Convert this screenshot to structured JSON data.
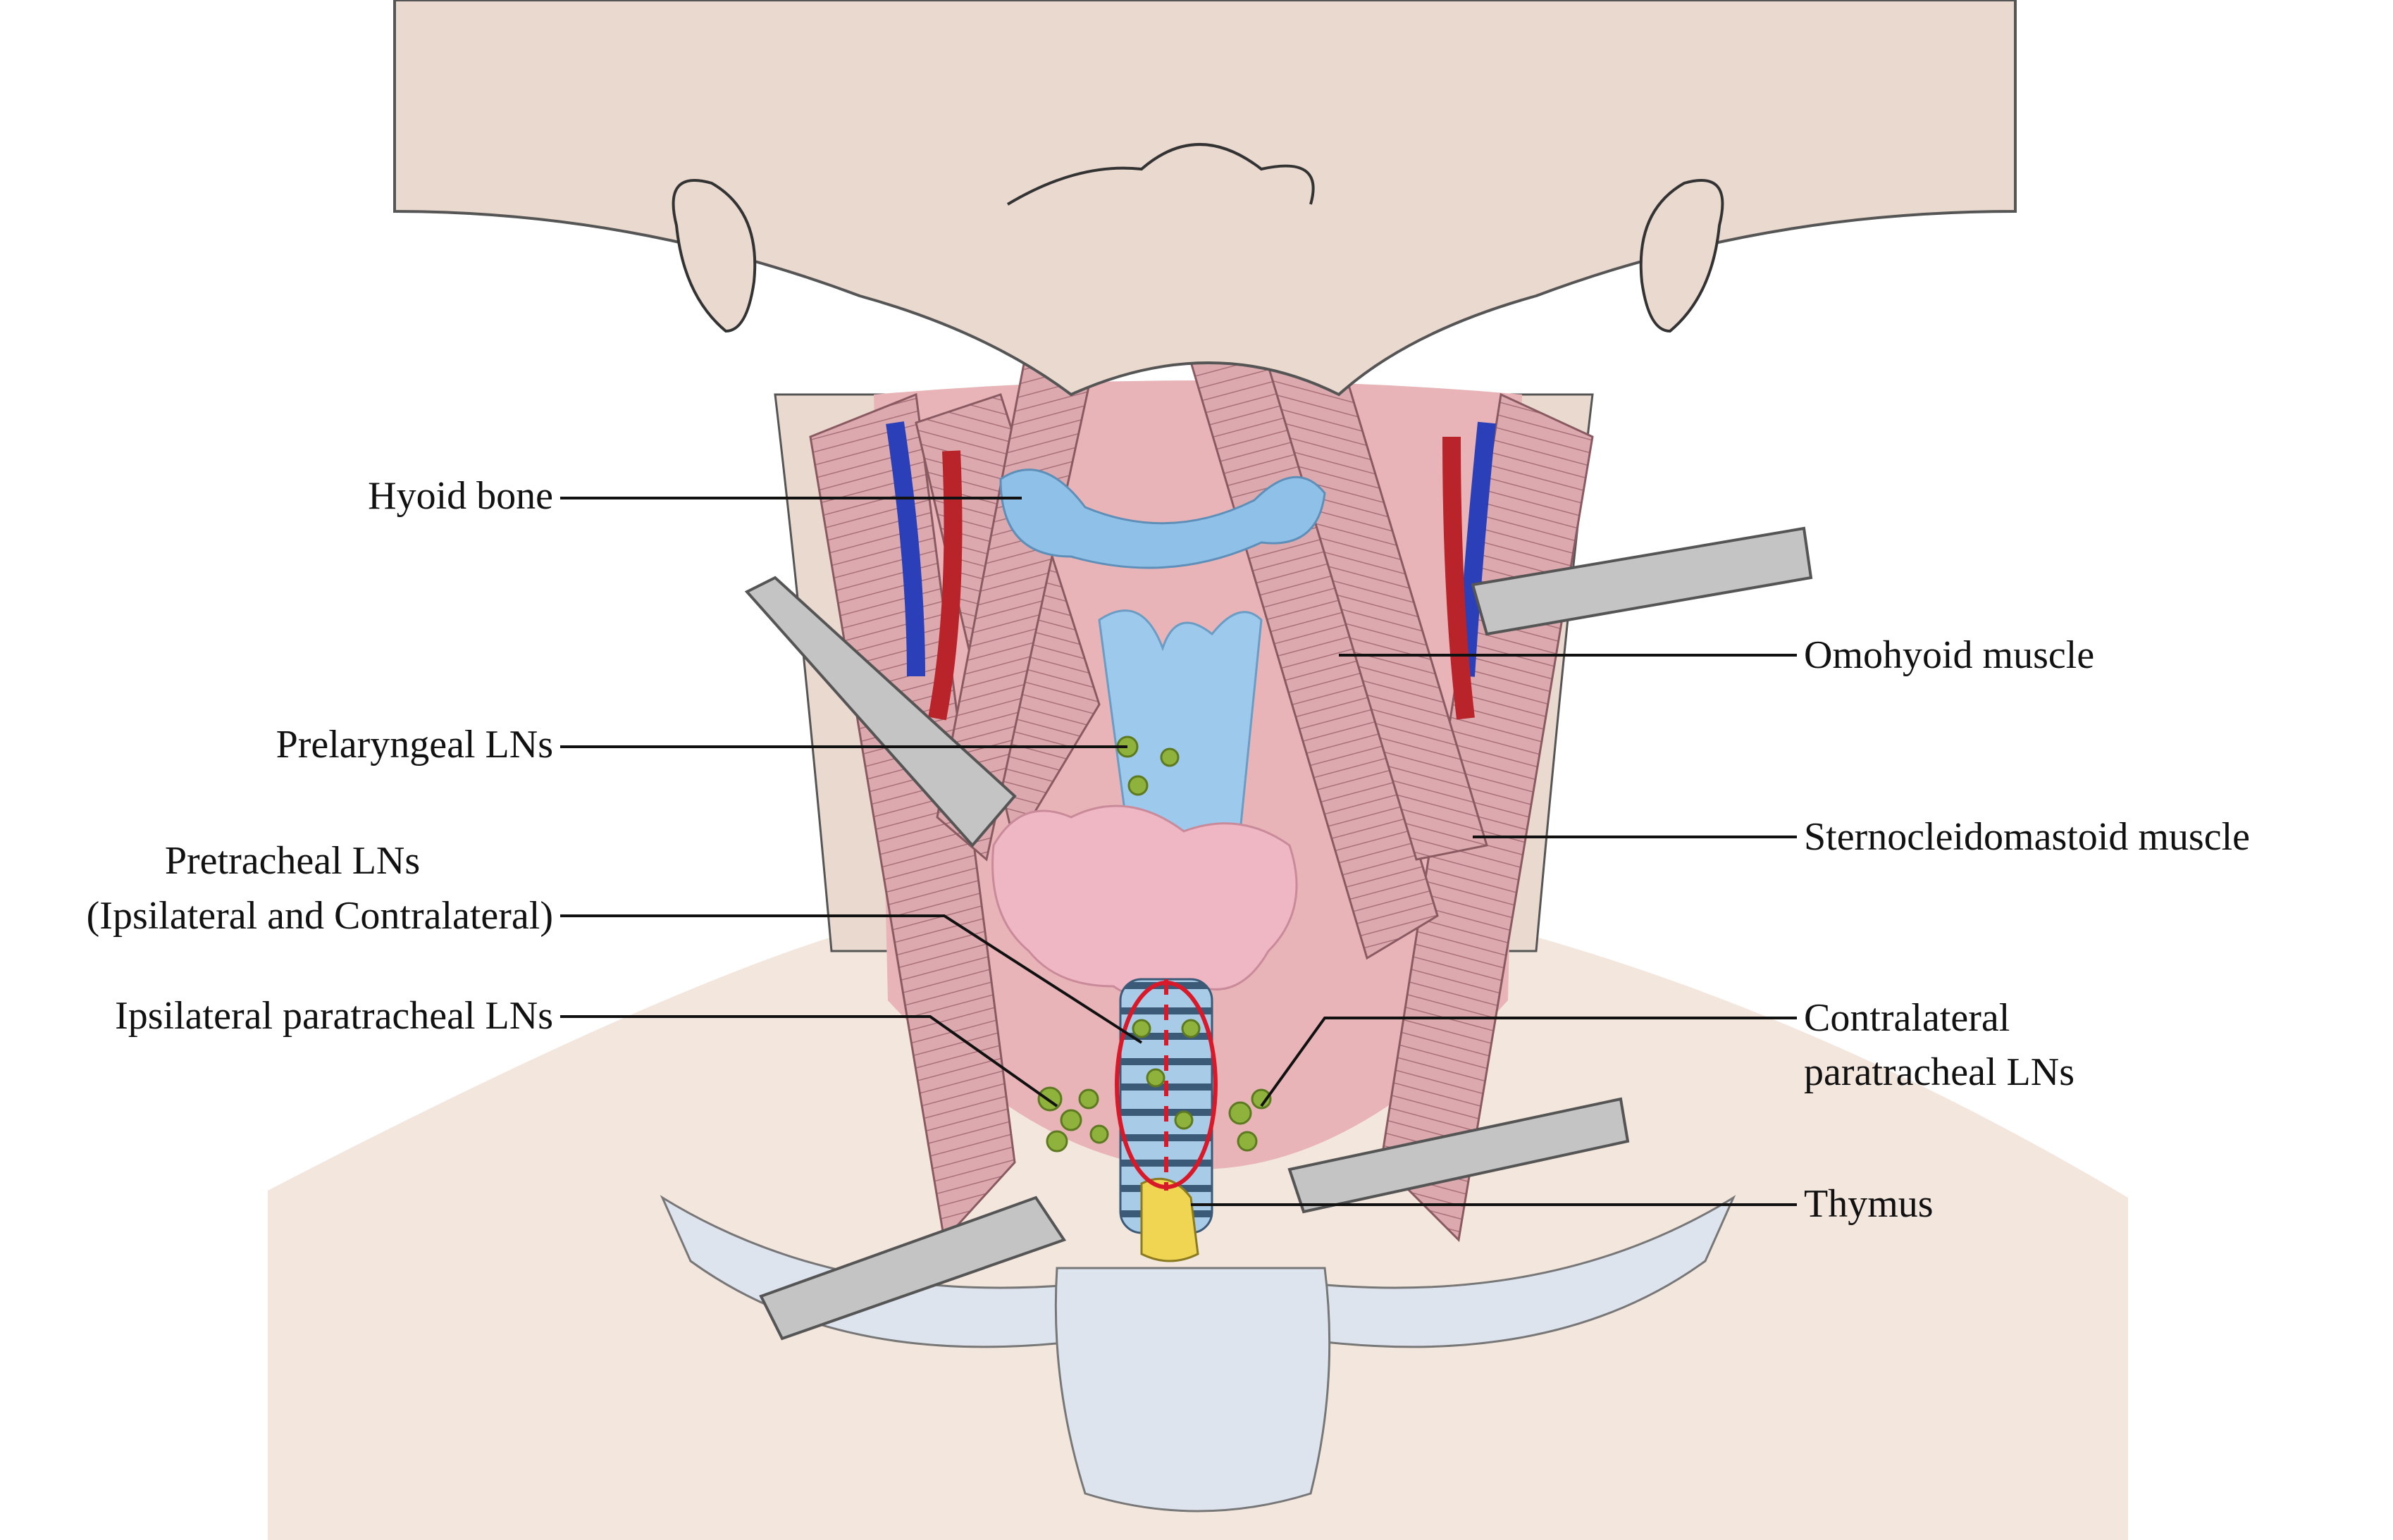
{
  "labels": {
    "hyoid": "Hyoid bone",
    "prelaryngeal": "Prelaryngeal LNs",
    "pretracheal_line1": "Pretracheal LNs",
    "pretracheal_line2": "(Ipsilateral and Contralateral)",
    "ipsi_paratracheal": "Ipsilateral paratracheal LNs",
    "omohyoid": "Omohyoid muscle",
    "scm": "Sternocleidomastoid muscle",
    "contra_line1": "Contralateral",
    "contra_line2": "paratracheal LNs",
    "thymus": "Thymus"
  },
  "colors": {
    "skin": "#ead9cf",
    "skin_dark": "#d9c3b6",
    "muscle": "#d9a7ab",
    "muscle_stripe": "#a9707a",
    "cavity": "#e8b4b8",
    "hyoid": "#8fc1e8",
    "thyroid_cartilage": "#9cc9ec",
    "thyroid_gland": "#efb6c4",
    "trachea": "#a8cbe8",
    "artery": "#b8242a",
    "vein": "#2b3fb8",
    "lymph_node": "#8fb23c",
    "thymus": "#f0d552",
    "retractor": "#bfbfbf",
    "dashed_oval": "#d8192a",
    "clavicle": "#dde4ee",
    "leader_line": "#111111"
  }
}
